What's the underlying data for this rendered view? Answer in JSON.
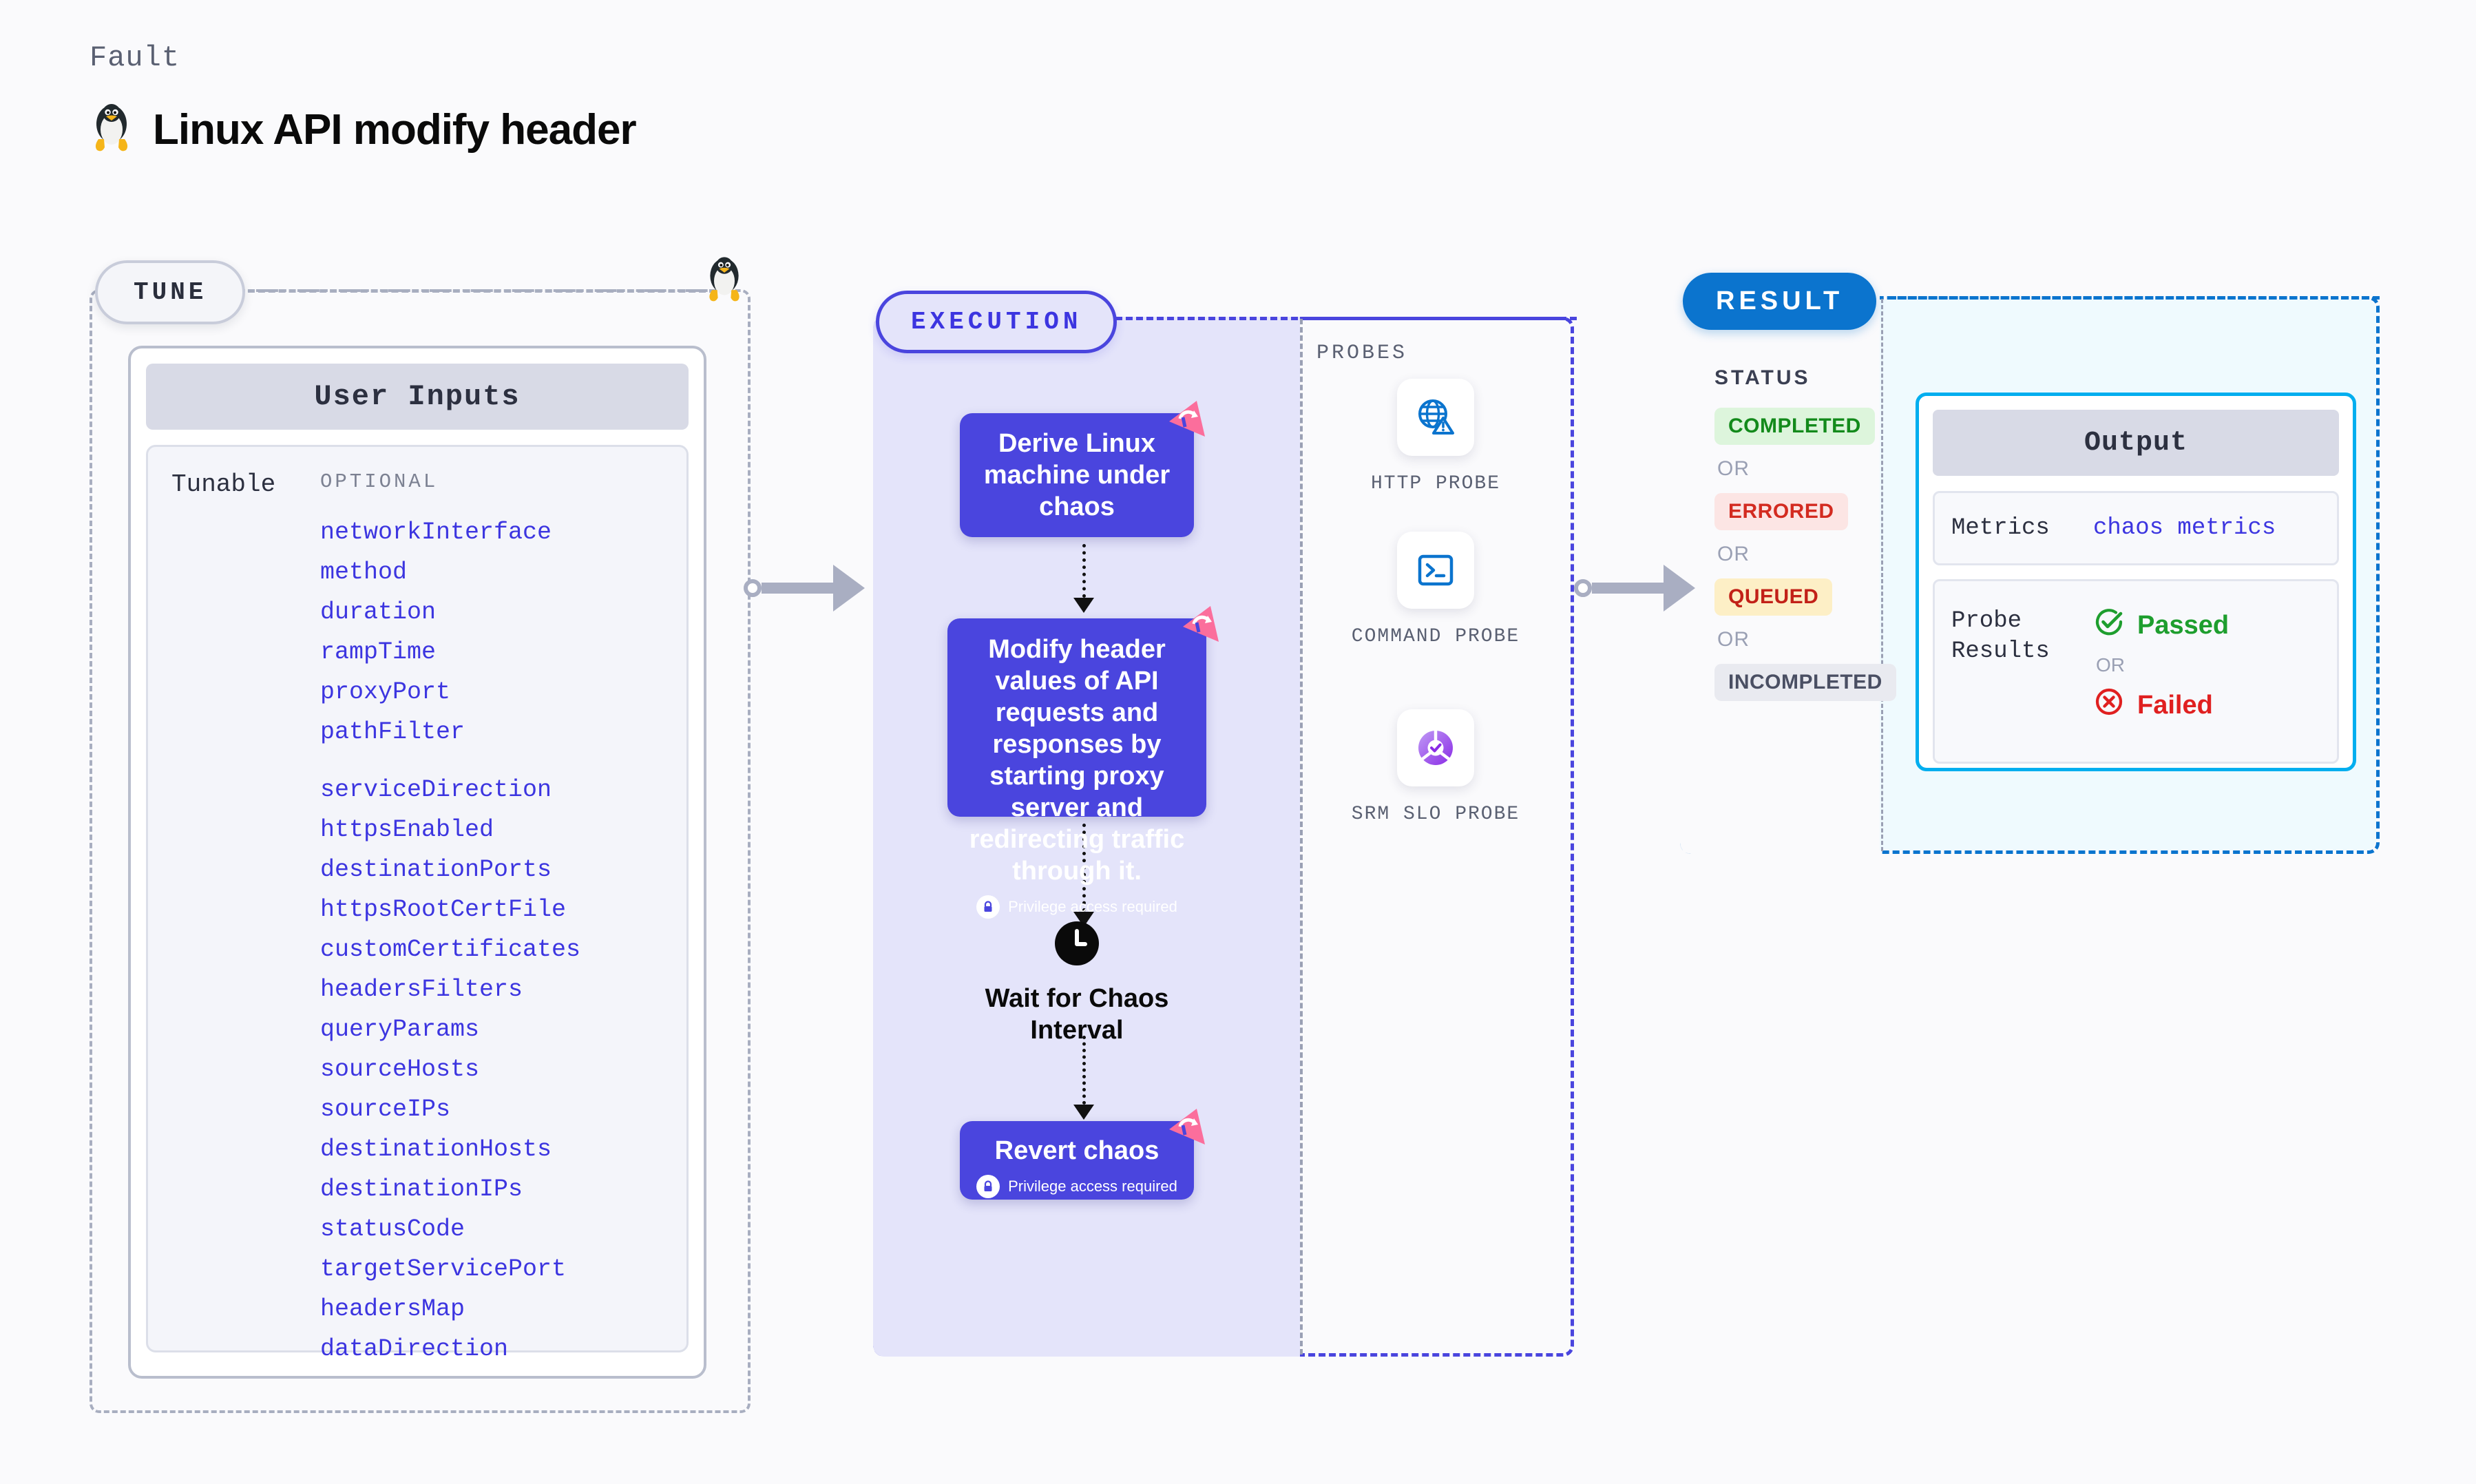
{
  "header": {
    "kicker": "Fault",
    "title": "Linux API modify header",
    "icon": "tux-penguin-icon"
  },
  "tune": {
    "badge": "TUNE",
    "card_title": "User Inputs",
    "tunable_label": "Tunable",
    "optional_label": "OPTIONAL",
    "params": [
      "networkInterface",
      "method",
      "duration",
      "rampTime",
      "proxyPort",
      "pathFilter",
      "serviceDirection",
      "httpsEnabled",
      "destinationPorts",
      "httpsRootCertFile",
      "customCertificates",
      "headersFilters",
      "queryParams",
      "sourceHosts",
      "sourceIPs",
      "destinationHosts",
      "destinationIPs",
      "statusCode",
      "targetServicePort",
      "headersMap",
      "dataDirection"
    ]
  },
  "execution": {
    "badge": "EXECUTION",
    "nodes": [
      {
        "text": "Derive Linux machine under chaos",
        "privilege": null,
        "ribbon": "chaos-ribbon-icon"
      },
      {
        "text": "Modify header values of API requests and responses by starting proxy server and redirecting traffic through it.",
        "privilege": "Privilege access required",
        "ribbon": "chaos-ribbon-icon"
      },
      {
        "text": "Revert chaos",
        "privilege": "Privilege access required",
        "ribbon": "chaos-ribbon-icon"
      }
    ],
    "wait_node": {
      "label": "Wait for Chaos Interval",
      "icon": "clock-icon"
    }
  },
  "probes": {
    "title": "PROBES",
    "items": [
      {
        "label": "HTTP PROBE",
        "icon": "globe-warning-icon"
      },
      {
        "label": "COMMAND PROBE",
        "icon": "terminal-icon"
      },
      {
        "label": "SRM SLO PROBE",
        "icon": "slo-donut-check-icon"
      }
    ]
  },
  "result": {
    "badge": "RESULT",
    "status_title": "STATUS",
    "or_label": "OR",
    "statuses": [
      {
        "label": "COMPLETED",
        "bg": "#DDF5DC",
        "fg": "#138A1B"
      },
      {
        "label": "ERRORED",
        "bg": "#FCE5E4",
        "fg": "#D32B20"
      },
      {
        "label": "QUEUED",
        "bg": "#FDEFC6",
        "fg": "#C22118"
      },
      {
        "label": "INCOMPLETED",
        "bg": "#E9EAF0",
        "fg": "#4A4F63"
      }
    ],
    "output": {
      "title": "Output",
      "metrics_key": "Metrics",
      "metrics_value": "chaos metrics",
      "probe_results_key": "Probe Results",
      "passed_label": "Passed",
      "failed_label": "Failed",
      "or_label": "OR",
      "passed_icon": "check-circle-icon",
      "failed_icon": "x-circle-icon"
    }
  },
  "colors": {
    "purple": "#4A45DE",
    "purple_fill": "#E4E4FA",
    "blue": "#0B74CE",
    "cyan": "#00AEEF",
    "cyan_fill": "#EFFAFE",
    "pink_ribbon": "#FB6E9C",
    "gray_connector": "#A9AEC2",
    "param_link": "#3C35E0"
  }
}
